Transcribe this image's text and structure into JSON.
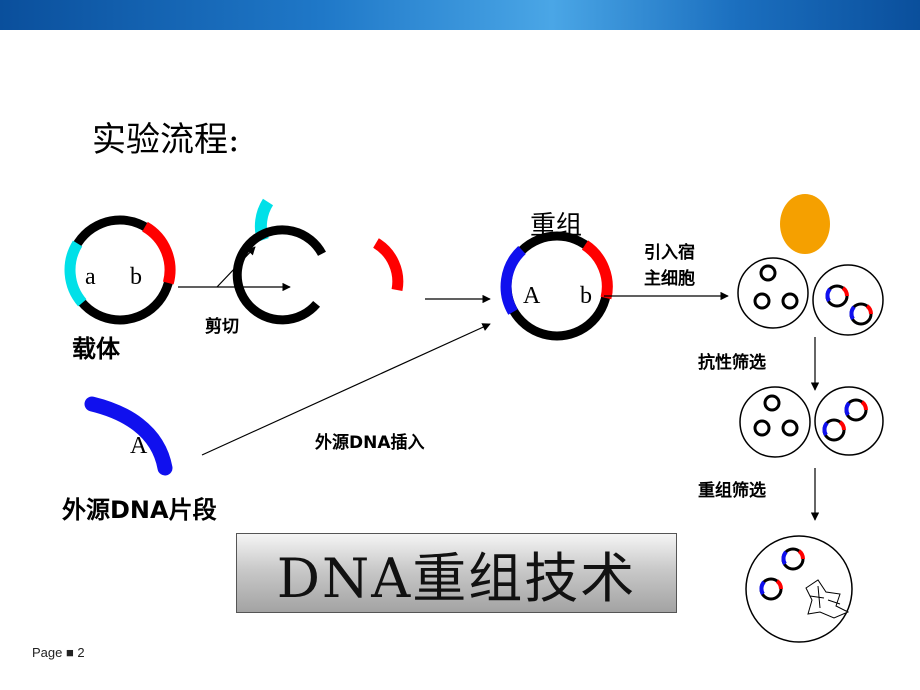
{
  "slide": {
    "title": "实验流程:",
    "page_label": "Page ■ 2",
    "banner": "DNA重组技术"
  },
  "labels": {
    "vector": "载体",
    "cut": "剪切",
    "foreign_fragment": "外源DNA片段",
    "foreign_insert": "外源DNA插入",
    "recombinant": "重组",
    "into_host_line1": "引入宿",
    "into_host_line2": "主细胞",
    "resistance_screen": "抗性筛选",
    "recombinant_screen": "重组筛选",
    "letter_a": "a",
    "letter_b": "b",
    "letter_A": "A",
    "letter_A2": "A",
    "letter_b2": "b"
  },
  "colors": {
    "vector_ring": "#000000",
    "gene_a": "#00e0e8",
    "gene_b": "#ff0000",
    "gene_A": "#1010ee",
    "host_cell": "#f5a000",
    "banner_text": "#111111"
  }
}
